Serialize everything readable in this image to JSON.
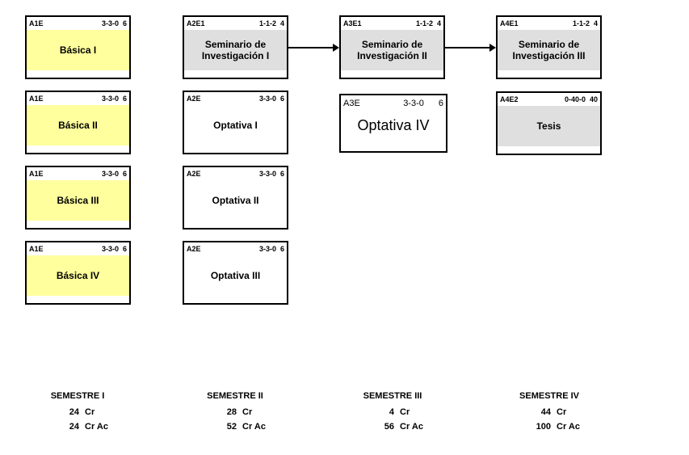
{
  "diagram_title": "curriculum-semester-flow",
  "colors": {
    "basica_fill": "#FFFF9E",
    "seminario_fill": "#DFDFDF",
    "optativa_fill": "#FFFFFF",
    "border": "#000000",
    "arrow": "#000000"
  },
  "boxes": [
    {
      "code": "A1E",
      "credits": "3-3-0",
      "credit_value": "6",
      "title": "Básica I"
    },
    {
      "code": "A2E1",
      "credits": "1-1-2",
      "credit_value": "4",
      "title": "Seminario de Investigación I"
    },
    {
      "code": "A3E1",
      "credits": "1-1-2",
      "credit_value": "4",
      "title": "Seminario de Investigación II"
    },
    {
      "code": "A4E1",
      "credits": "1-1-2",
      "credit_value": "4",
      "title": "Seminario de Investigación III"
    },
    {
      "code": "A1E",
      "credits": "3-3-0",
      "credit_value": "6",
      "title": "Básica II"
    },
    {
      "code": "A2E",
      "credits": "3-3-0",
      "credit_value": "6",
      "title": "Optativa I"
    },
    {
      "code": "A3E",
      "credits": "3-3-0",
      "credit_value": "6",
      "title": "Optativa IV"
    },
    {
      "code": "A4E2",
      "credits": "0-40-0",
      "credit_value": "40",
      "title": "Tesis"
    },
    {
      "code": "A1E",
      "credits": "3-3-0",
      "credit_value": "6",
      "title": "Básica III"
    },
    {
      "code": "A2E",
      "credits": "3-3-0",
      "credit_value": "6",
      "title": "Optativa II"
    },
    {
      "code": "A1E",
      "credits": "3-3-0",
      "credit_value": "6",
      "title": "Básica IV"
    },
    {
      "code": "A2E",
      "credits": "3-3-0",
      "credit_value": "6",
      "title": "Optativa III"
    }
  ],
  "semesters": [
    {
      "label": "SEMESTRE I",
      "credits": "24",
      "credits_unit": "Cr",
      "accumulated": "24",
      "accumulated_unit": "Cr Ac"
    },
    {
      "label": "SEMESTRE II",
      "credits": "28",
      "credits_unit": "Cr",
      "accumulated": "52",
      "accumulated_unit": "Cr Ac"
    },
    {
      "label": "SEMESTRE III",
      "credits": "4",
      "credits_unit": "Cr",
      "accumulated": "56",
      "accumulated_unit": "Cr Ac"
    },
    {
      "label": "SEMESTRE IV",
      "credits": "44",
      "credits_unit": "Cr",
      "accumulated": "100",
      "accumulated_unit": "Cr Ac"
    }
  ]
}
